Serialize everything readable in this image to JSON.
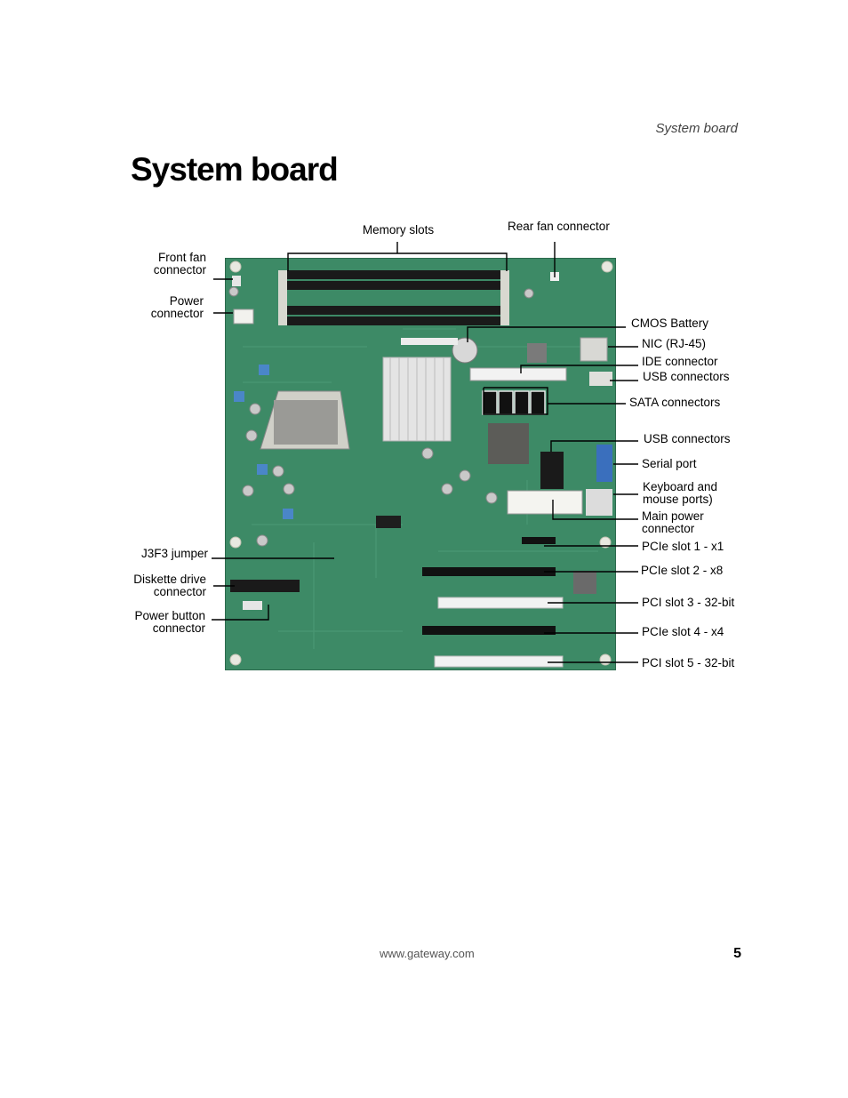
{
  "running_header": "System board",
  "title": "System board",
  "figure": {
    "labels": {
      "memory_slots": "Memory slots",
      "rear_fan": "Rear fan connector",
      "front_fan": "Front fan\nconnector",
      "power_connector": "Power\nconnector",
      "cmos_battery": "CMOS Battery",
      "nic": "NIC (RJ-45)",
      "ide": "IDE connector",
      "usb_top": "USB connectors",
      "sata": "SATA connectors",
      "usb_mid": "USB connectors",
      "serial": "Serial port",
      "keyboard": "Keyboard and\nmouse ports)",
      "main_power": "Main power\nconnector",
      "pcie1": "PCIe slot 1 - x1",
      "pcie2": "PCIe slot 2 - x8",
      "pci3": "PCI slot 3 - 32-bit",
      "pcie4": "PCIe slot 4 - x4",
      "pci5": "PCI slot 5 - 32-bit",
      "j3f3": "J3F3 jumper",
      "diskette": "Diskette drive\nconnector",
      "power_button": "Power button\nconnector"
    }
  },
  "footer": {
    "url": "www.gateway.com",
    "page_number": "5"
  }
}
